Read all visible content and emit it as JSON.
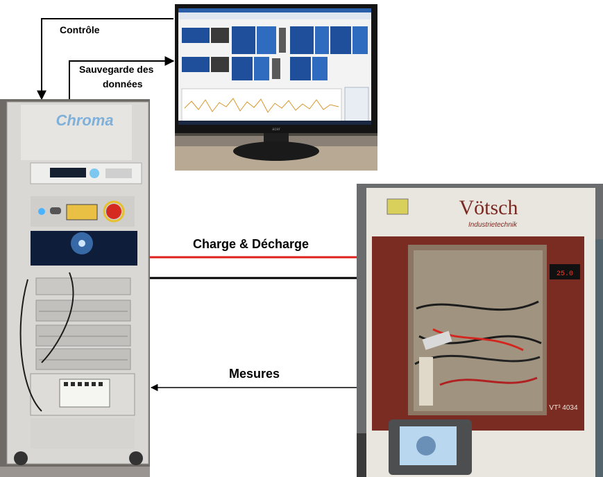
{
  "labels": {
    "control": "Contrôle",
    "save_line1": "Sauvegarde des",
    "save_line2": "données",
    "charge": "Charge & Décharge",
    "measures": "Mesures"
  },
  "equipment": {
    "cycler_brand": "Chroma",
    "chamber_brand": "Vötsch",
    "chamber_subtitle": "Industrietechnik",
    "chamber_model": "VT³ 4034",
    "chamber_display": "25.0",
    "monitor_brand": "acer"
  },
  "colors": {
    "charge_line": "#e0201a",
    "discharge_line": "#000000",
    "arrow": "#000000"
  }
}
